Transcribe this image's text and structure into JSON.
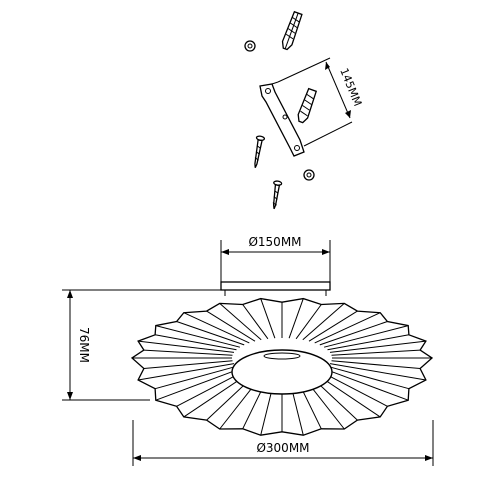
{
  "dimensions": {
    "bracket_length": "145MM",
    "mount_diameter": "Ø150MM",
    "height": "76MM",
    "shade_diameter": "Ø300MM"
  },
  "icons": [
    "wall-plug-icon",
    "screw-icon",
    "nut-icon",
    "mounting-bracket-icon",
    "pleated-shade-icon"
  ]
}
